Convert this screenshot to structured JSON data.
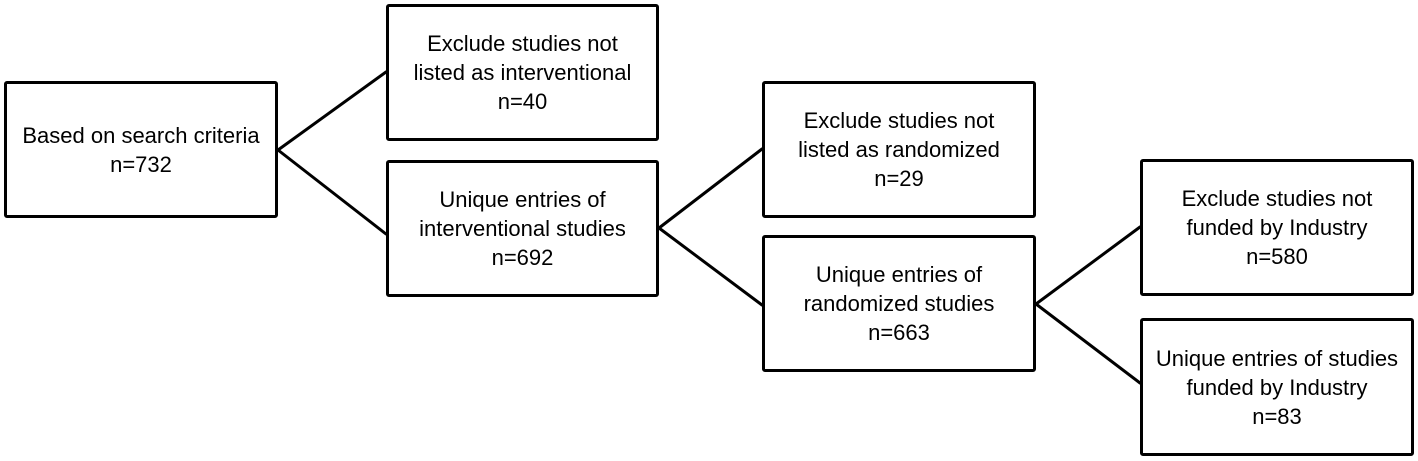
{
  "boxes": {
    "search": {
      "line1": "Based on search criteria",
      "count": "n=732"
    },
    "exclude_interventional": {
      "line1": "Exclude studies not",
      "line2": "listed as interventional",
      "count": "n=40"
    },
    "unique_interventional": {
      "line1": "Unique entries of",
      "line2": "interventional studies",
      "count": "n=692"
    },
    "exclude_randomized": {
      "line1": "Exclude studies not",
      "line2": "listed as randomized",
      "count": "n=29"
    },
    "unique_randomized": {
      "line1": "Unique entries of",
      "line2": "randomized studies",
      "count": "n=663"
    },
    "exclude_industry": {
      "line1": "Exclude studies not",
      "line2": "funded by Industry",
      "count": "n=580"
    },
    "unique_industry": {
      "line1": "Unique entries of studies",
      "line2": "funded by Industry",
      "count": "n=83"
    }
  },
  "colors": {
    "stroke": "#000000",
    "background": "#ffffff"
  }
}
